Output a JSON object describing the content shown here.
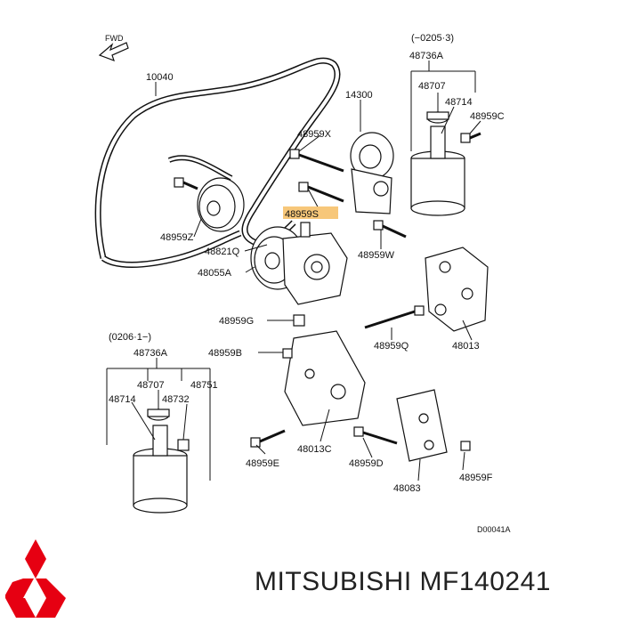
{
  "diagram": {
    "direction_label": "FWD",
    "range_top": "(−0205·3)",
    "range_bottom": "(0206·1−)",
    "drawing_code": "D00041A",
    "highlight_color": "#f7c77a",
    "part_numbers": {
      "belt": "10040",
      "tensioner": "14300",
      "bolt_x": "48959X",
      "bolt_s": "48959S",
      "bolt_z": "48959Z",
      "idler": "48821Q",
      "pump": "48055A",
      "bolt_w": "48959W",
      "bolt_g": "48959G",
      "bolt_b": "48959B",
      "bolt_q": "48959Q",
      "bracket_main": "48013",
      "bracket_c": "48013C",
      "bolt_e": "48959E",
      "bolt_d": "48959D",
      "bracket_83": "48083",
      "bolt_f": "48959F",
      "reservoir_a_top": "48736A",
      "cap_top": "48707",
      "filter_top": "48714",
      "bolt_c": "48959C",
      "reservoir_a_bottom": "48736A",
      "cap_bottom": "48707",
      "hose_bottom": "48751",
      "filter_bottom": "48714",
      "clip_bottom": "48732"
    }
  },
  "caption": {
    "brand": "MITSUBISHI",
    "part_number": "MF140241",
    "logo_color": "#e60012"
  }
}
